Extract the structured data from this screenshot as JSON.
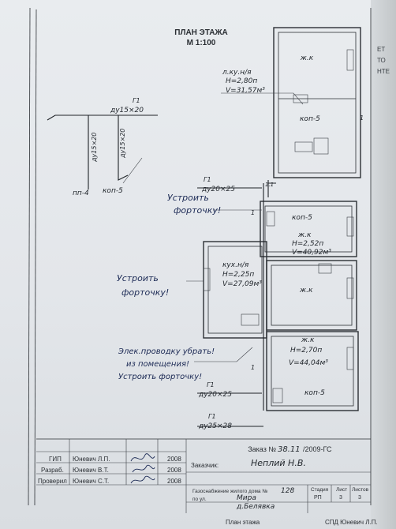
{
  "sheet": {
    "title": "ПЛАН ЭТАЖА",
    "scale": "М 1:100"
  },
  "behind_sheet_fragments": [
    "ЕТ",
    "ТО",
    "НТЕ"
  ],
  "rooms": {
    "kitchen": {
      "label": "ж.к"
    },
    "utility": {
      "label": "коп-5"
    },
    "room_2": {
      "label": "ж.к",
      "height": "H=2,52п",
      "volume": "V=40,92м³",
      "heater": "коп-5"
    },
    "room_3": {
      "label": "кух.н/я",
      "height": "H=2,25п",
      "volume": "V=27,09м³"
    },
    "room_4": {
      "label": "ж.к"
    },
    "room_5": {
      "label": "ж.к",
      "height": "H=2,70п",
      "volume": "V=44,04м³",
      "heater": "коп-5"
    }
  },
  "annotations": {
    "top_room_name": "л.ку.н/я",
    "top_room_height": "H=2,80п",
    "top_room_volume": "V=31,57м³",
    "pipe_g1_top": "Г1",
    "pipe_dy15x20": "дy15×20",
    "riser_left": "дy15×20",
    "riser_right": "дy15×20",
    "device_pp4": "пп-4",
    "device_kop5": "коп-5",
    "pipe_g1_mid": "Г1",
    "pipe_dy20x25_mid": "дy20×25",
    "note_vent_1_line1": "Устроить",
    "note_vent_1_line2": "форточку!",
    "note_vent_2_line1": "Устроить",
    "note_vent_2_line2": "форточку!",
    "note_meter_line1": "Элек.проводку убрать!",
    "note_meter_line2": "из помещения!",
    "note_meter_line3": "Устроить форточку!",
    "pipe_g1_low": "Г1",
    "pipe_dy20x25_low": "дy20×25",
    "pipe_g1_bottom": "Г1",
    "pipe_dy25x28": "дy25×28",
    "riser_mark_1": "1",
    "riser_mark_2": "1",
    "riser_mark_3": "1",
    "riser_mark_4": "1.1"
  },
  "title_block": {
    "order_label": "Заказ №",
    "order_number": "38.11",
    "order_year": "/2009-ГС",
    "rows": [
      {
        "role": "ГИП",
        "name": "Юневич Л.П.",
        "year": "2008"
      },
      {
        "role": "Разраб.",
        "name": "Юневич В.Т.",
        "year": "2008"
      },
      {
        "role": "Проверил",
        "name": "Юневич С.Т.",
        "year": "2008"
      }
    ],
    "customer_label": "Заказчик:",
    "customer_name": "Неплий Н.В.",
    "project_line1": "Газоснабжение жилого дома №",
    "project_house": "128",
    "project_line2": "по ул.",
    "project_street": "Мира",
    "project_village": "д.Белявка",
    "stage_head": "Стадия",
    "sheet_head": "Лист",
    "sheets_head": "Листов",
    "stage_value": "РП",
    "sheet_value": "3",
    "sheets_value": "3",
    "drawing_name": "План этажа",
    "firm": "СПД Юневич Л.П."
  }
}
